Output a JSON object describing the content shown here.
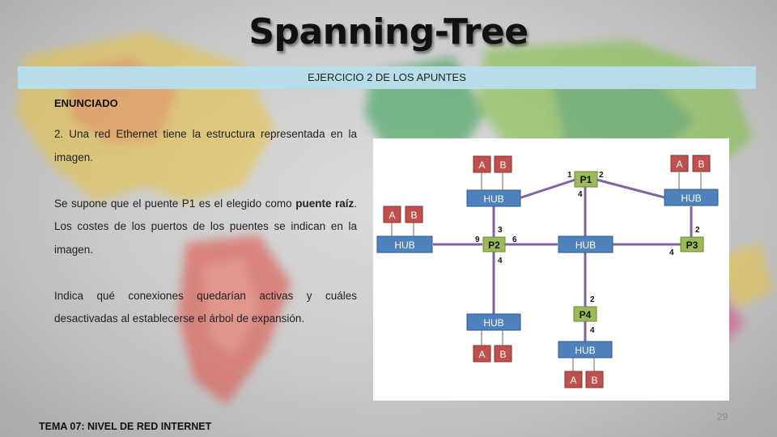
{
  "slide": {
    "title": "Spanning-Tree",
    "banner": "EJERCICIO 2 DE LOS APUNTES",
    "heading": "ENUNCIADO",
    "paragraph1": "2. Una red Ethernet tiene la estructura representada en la imagen.",
    "paragraph2_pre": "Se supone que el puente P1 es el elegido como ",
    "paragraph2_bold": "puente raíz",
    "paragraph2_post": ". Los costes de los puertos de los puentes se indican en la imagen.",
    "paragraph3": "Indica qué conexiones quedarían activas y cuáles desactivadas al establecerse el árbol de expansión.",
    "footer": "TEMA 07: NIVEL DE RED INTERNET",
    "page_number": "29"
  },
  "diagram": {
    "hub_label": "HUB",
    "host_a": "A",
    "host_b": "B",
    "bridges": {
      "p1": "P1",
      "p2": "P2",
      "p3": "P3",
      "p4": "P4"
    },
    "costs": {
      "p1_left": "1",
      "p1_right": "2",
      "p1_bottom": "4",
      "p2_top": "3",
      "p2_left": "9",
      "p2_right": "6",
      "p2_bottom": "4",
      "p3_top": "2",
      "p3_left": "4",
      "p4_top": "2",
      "p4_bottom": "4"
    },
    "colors": {
      "hub": "#4f81bd",
      "hub_border": "#2f5a8c",
      "host": "#c0504d",
      "host_border": "#8c2f2d",
      "bridge": "#9bbb59",
      "bridge_border": "#6b8a36",
      "link": "#8064a2"
    }
  }
}
